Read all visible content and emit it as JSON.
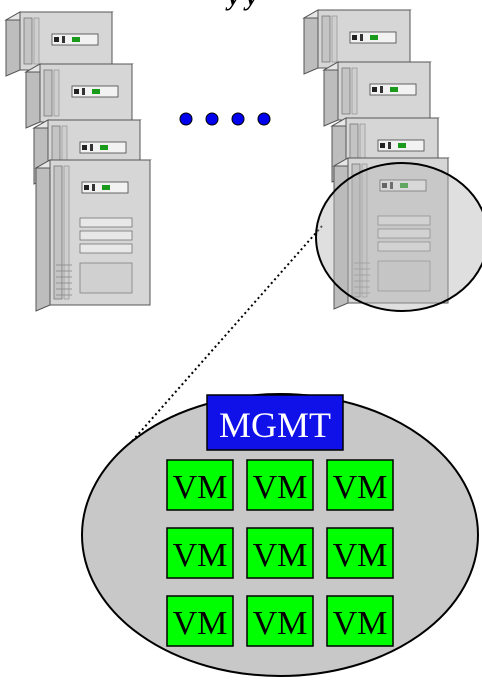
{
  "caption": {
    "partial": "y  y"
  },
  "separator": {
    "dot_count": 4,
    "dot_color": "#0000ee"
  },
  "server_stacks": [
    {
      "id": "left",
      "count": 4
    },
    {
      "id": "right",
      "count": 4
    }
  ],
  "zoom": {
    "mgmt_label": "MGMT",
    "vm_label": "VM",
    "vm_rows": 3,
    "vm_cols": 3
  },
  "colors": {
    "server_body": "#d6d6d6",
    "server_shade": "#bdbdbd",
    "server_dark": "#8a8a8a",
    "led": "#1a9a1a",
    "mgmt_fill": "#1010e8",
    "mgmt_text": "#ffffff",
    "vm_fill": "#00ff00",
    "vm_text": "#000000",
    "zoom_ellipse": "#c8c8c8",
    "magnifier_fill": "#b8b8b8"
  }
}
